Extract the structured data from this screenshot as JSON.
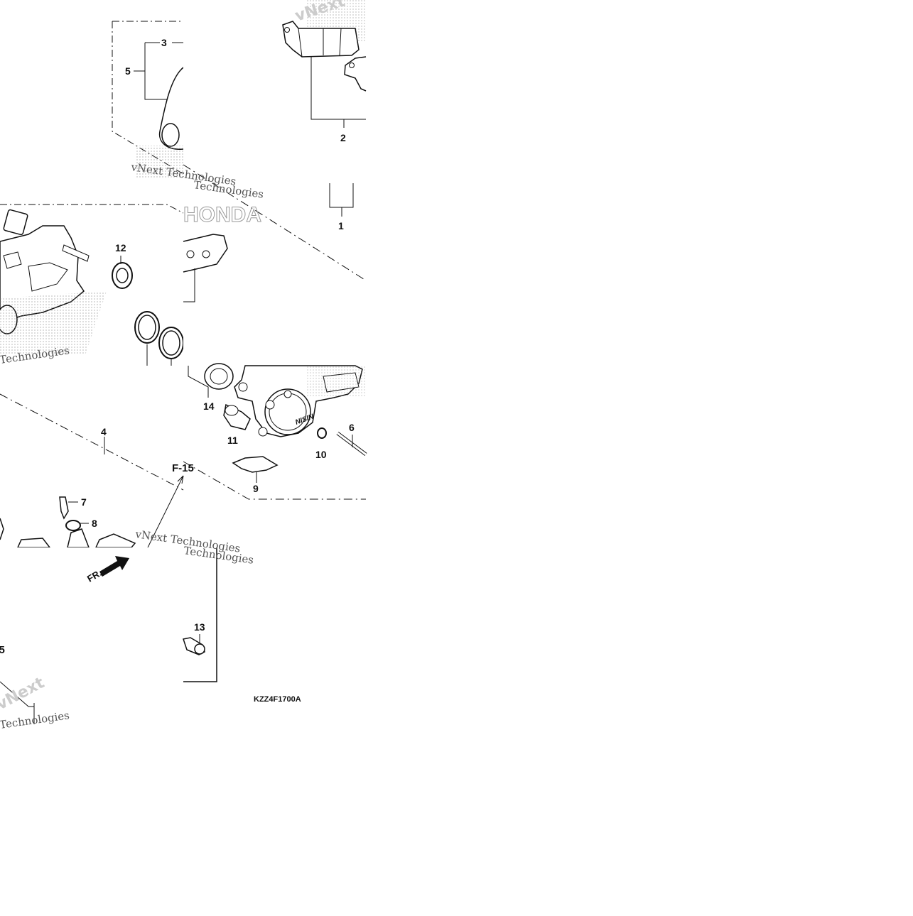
{
  "diagram": {
    "code": "KZZ4F1700A",
    "ref_label": "F-15",
    "front_label": "FR."
  },
  "callouts": [
    "1",
    "2",
    "3",
    "4",
    "5",
    "6",
    "7",
    "8",
    "9",
    "10",
    "11",
    "12",
    "13",
    "14"
  ],
  "watermarks": [
    "vNext Technologies",
    "Technologies",
    "Technologies",
    "vNext Technologies",
    "vNext",
    "Technologies",
    "vNext",
    "Technologies"
  ],
  "caliper_brand": "NISIN",
  "brand": "HONDA",
  "colors": {
    "line": "#111111",
    "stipple": "#9a9a9a",
    "paper": "#ffffff"
  }
}
